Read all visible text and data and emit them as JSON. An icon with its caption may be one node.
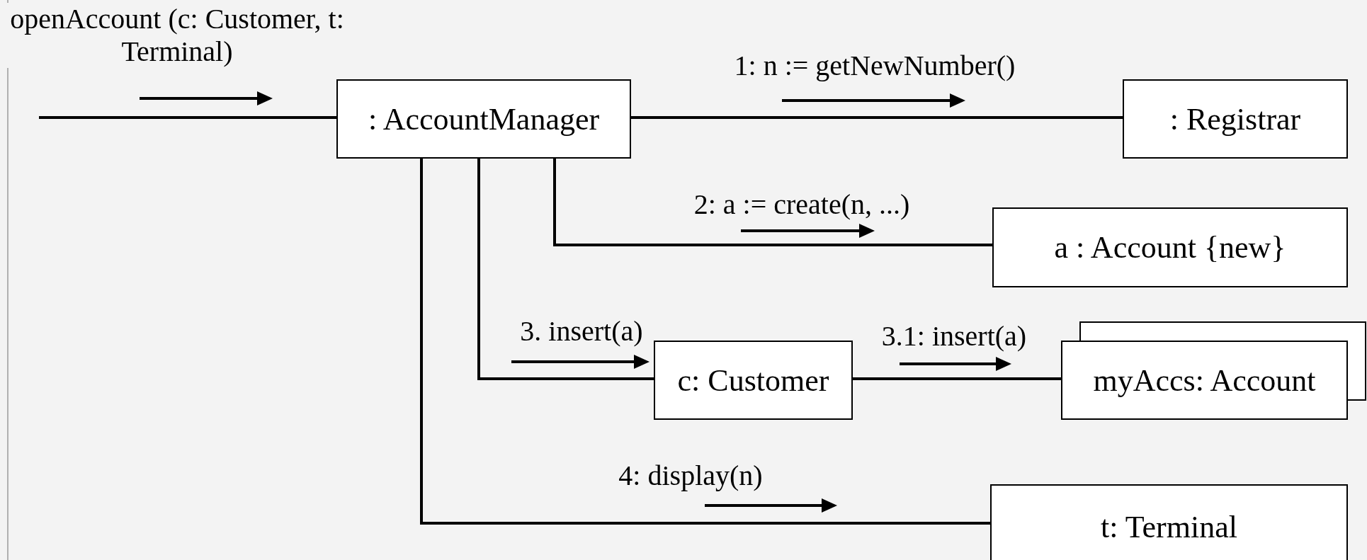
{
  "diagram": {
    "nodes": [
      {
        "text": [
          ": AccountManager"
        ]
      },
      {
        "text": [
          ": Registrar"
        ]
      },
      {
        "text": [
          "a : Account {new}"
        ]
      },
      {
        "text": [
          "c: Customer"
        ]
      },
      {
        "text": [
          "myAccs: Account"
        ]
      },
      {
        "text": [
          "t: Terminal"
        ]
      }
    ],
    "edges": [
      {
        "from": null,
        "to": 0,
        "arrow": "none",
        "label": "openAccount (c: Customer, t: Terminal)"
      },
      {
        "from": 0,
        "to": 1,
        "arrow": "none",
        "label": "1: n := getNewNumber()"
      },
      {
        "from": 0,
        "to": 2,
        "arrow": "none",
        "label": "2: a := create(n, ...)"
      },
      {
        "from": 0,
        "to": 3,
        "arrow": "none",
        "label": "3. insert(a)"
      },
      {
        "from": 3,
        "to": 4,
        "arrow": "none",
        "label": "3.1: insert(a)"
      },
      {
        "from": 0,
        "to": 5,
        "arrow": "none",
        "label": "4: display(n)"
      }
    ]
  }
}
